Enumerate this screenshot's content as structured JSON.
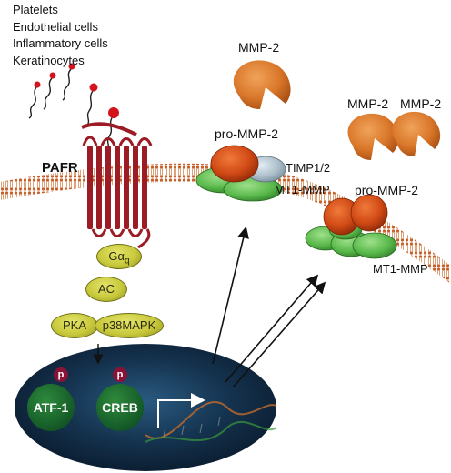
{
  "cell_types": [
    "Platelets",
    "Endothelial cells",
    "Inflammatory cells",
    "Keratinocytes"
  ],
  "receptor": "PAFR",
  "signaling": {
    "g_alpha": "Gα",
    "g_alpha_sub": "q",
    "ac": "AC",
    "pka": "PKA",
    "p38": "p38MAPK"
  },
  "nucleus": {
    "phospho": "p",
    "tf1": "ATF-1",
    "tf2": "CREB"
  },
  "mmp": {
    "free_top": "MMP-2",
    "free_right_1": "MMP-2",
    "free_right_2": "MMP-2",
    "pro_left": "pro-MMP-2",
    "timp": "TIMP1/2",
    "mt1_left": "MT1-MMP",
    "pro_right": "pro-MMP-2",
    "mt1_right": "MT1-MMP"
  },
  "colors": {
    "membrane": "#c8602c",
    "receptor": "#9b1c24",
    "pacman": "#d9772a",
    "pro_mmp": "#d14a16",
    "mt1": "#58b84a",
    "timp": "#a9bcc8",
    "pill": "#c9c93c",
    "nucleus": "#14324e",
    "tf": "#17602a",
    "phospho": "#8a1237"
  }
}
